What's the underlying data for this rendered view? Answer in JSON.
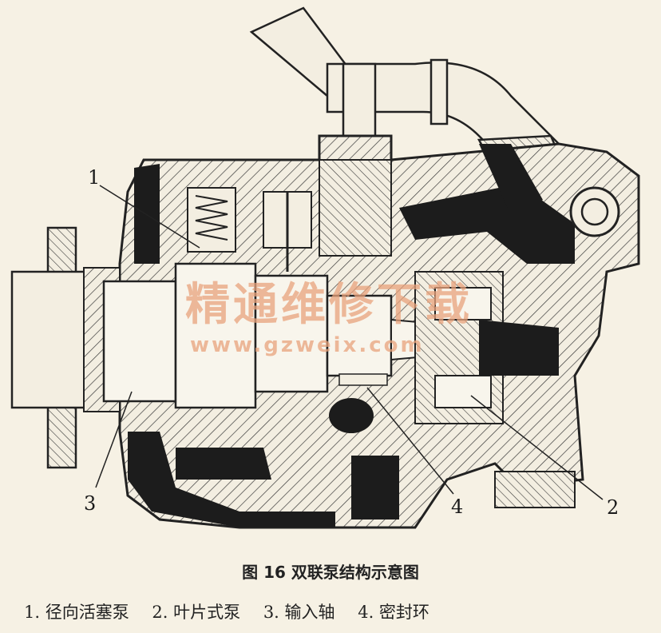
{
  "figure": {
    "caption": "图 16   双联泵结构示意图",
    "callouts": [
      "1",
      "2",
      "3",
      "4"
    ],
    "legend": [
      "1. 径向活塞泵",
      "2. 叶片式泵",
      "3. 输入轴",
      "4. 密封环"
    ]
  },
  "watermark": {
    "title": "精通维修下载",
    "url": "www.gzweix.com"
  }
}
